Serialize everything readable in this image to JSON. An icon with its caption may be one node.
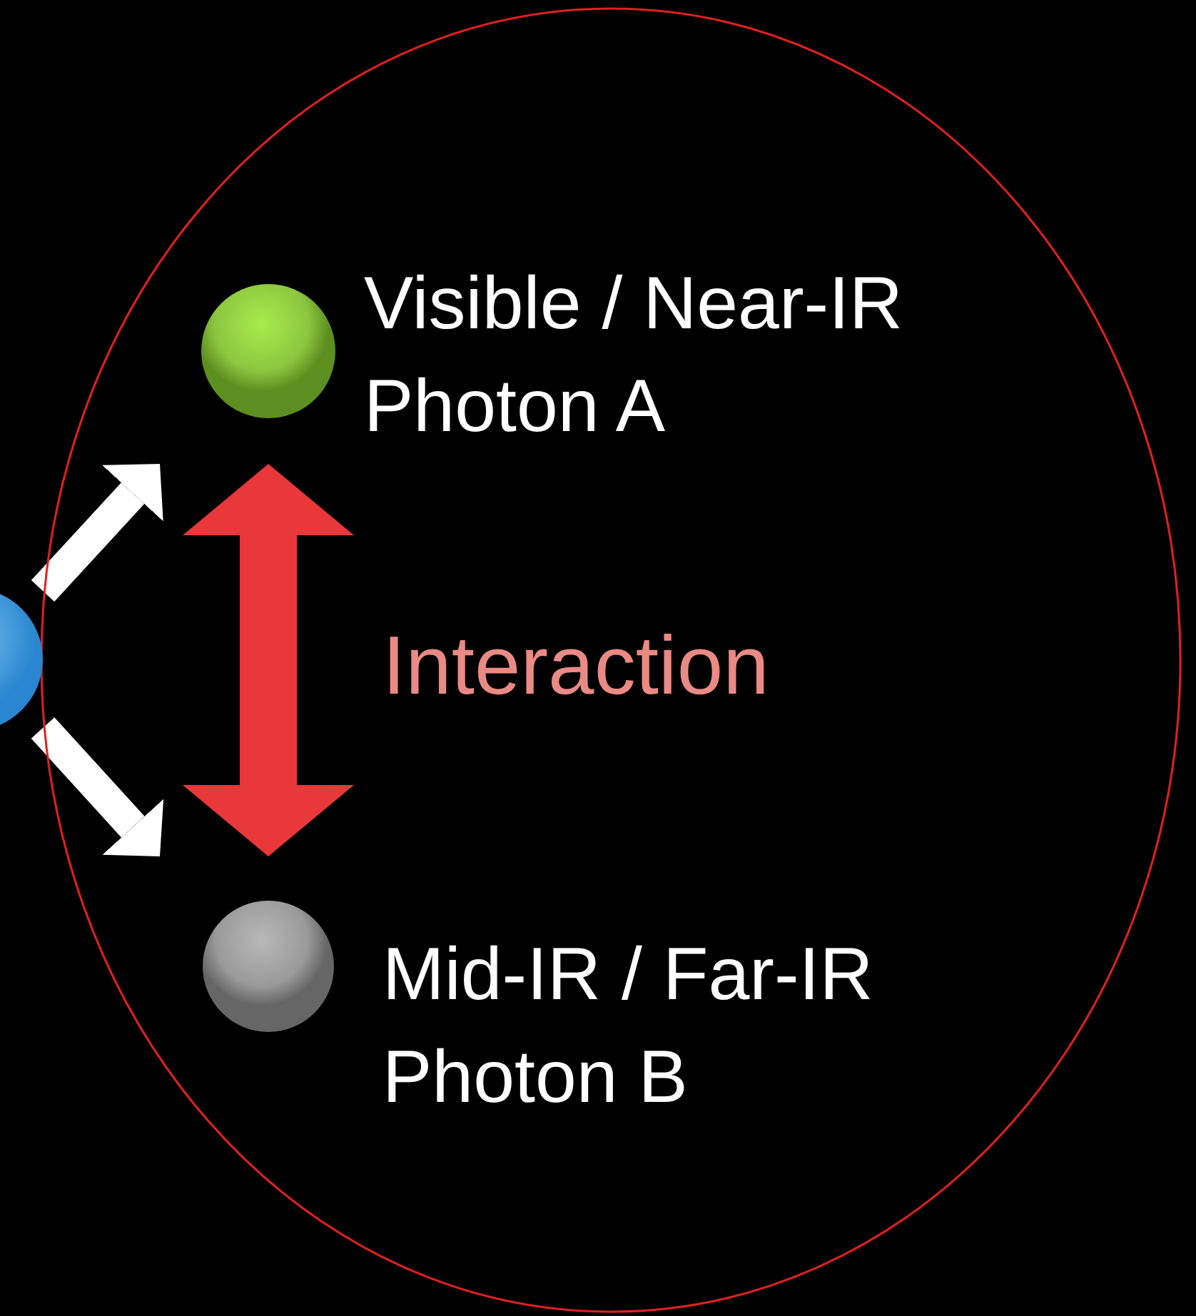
{
  "diagram": {
    "nodes": [
      {
        "text": [],
        "shape": "ellipse"
      },
      {
        "text": [
          "Visible / Near-IR Photon A"
        ],
        "in": 0
      },
      {
        "text": [
          "Mid-IR / Far-IR Photon B"
        ],
        "in": 0
      },
      {
        "text": [],
        "shape": "circle"
      }
    ],
    "edges": [
      {
        "from": 3,
        "to": 1,
        "arrow": "to"
      },
      {
        "from": 3,
        "to": 2,
        "arrow": "to"
      },
      {
        "from": 1,
        "to": 2,
        "arrow": "both",
        "label": "Interaction",
        "style": "thick",
        "color": "#e8383a"
      }
    ]
  }
}
